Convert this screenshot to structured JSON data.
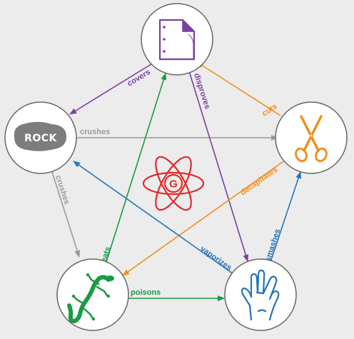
{
  "nodes": {
    "rock": {
      "text": "ROCK",
      "icon": "rock-icon"
    },
    "paper": {
      "icon": "paper-icon"
    },
    "scissors": {
      "icon": "scissors-icon"
    },
    "lizard": {
      "icon": "lizard-icon"
    },
    "spock": {
      "icon": "spock-hand-icon"
    },
    "center": {
      "icon": "atom-g-icon",
      "letter": "G"
    }
  },
  "edges": {
    "rock_scissors": "crushes",
    "rock_lizard": "crushes",
    "paper_rock": "covers",
    "paper_spock": "disproves",
    "scissors_paper": "cuts",
    "scissors_lizard": "decapitates",
    "lizard_paper": "eats",
    "lizard_spock": "poisons",
    "spock_rock": "vaporizes",
    "spock_scissors": "smashes"
  },
  "colors": {
    "background": "#ececec",
    "node_fill": "#ffffff",
    "node_border": "#666666",
    "gray": "#9a9a9a",
    "purple": "#7b3fa2",
    "orange": "#f28f1c",
    "green": "#1a9a44",
    "blue": "#2673b8",
    "red": "#e02b2b",
    "rock_fill": "#7d7d7d"
  }
}
